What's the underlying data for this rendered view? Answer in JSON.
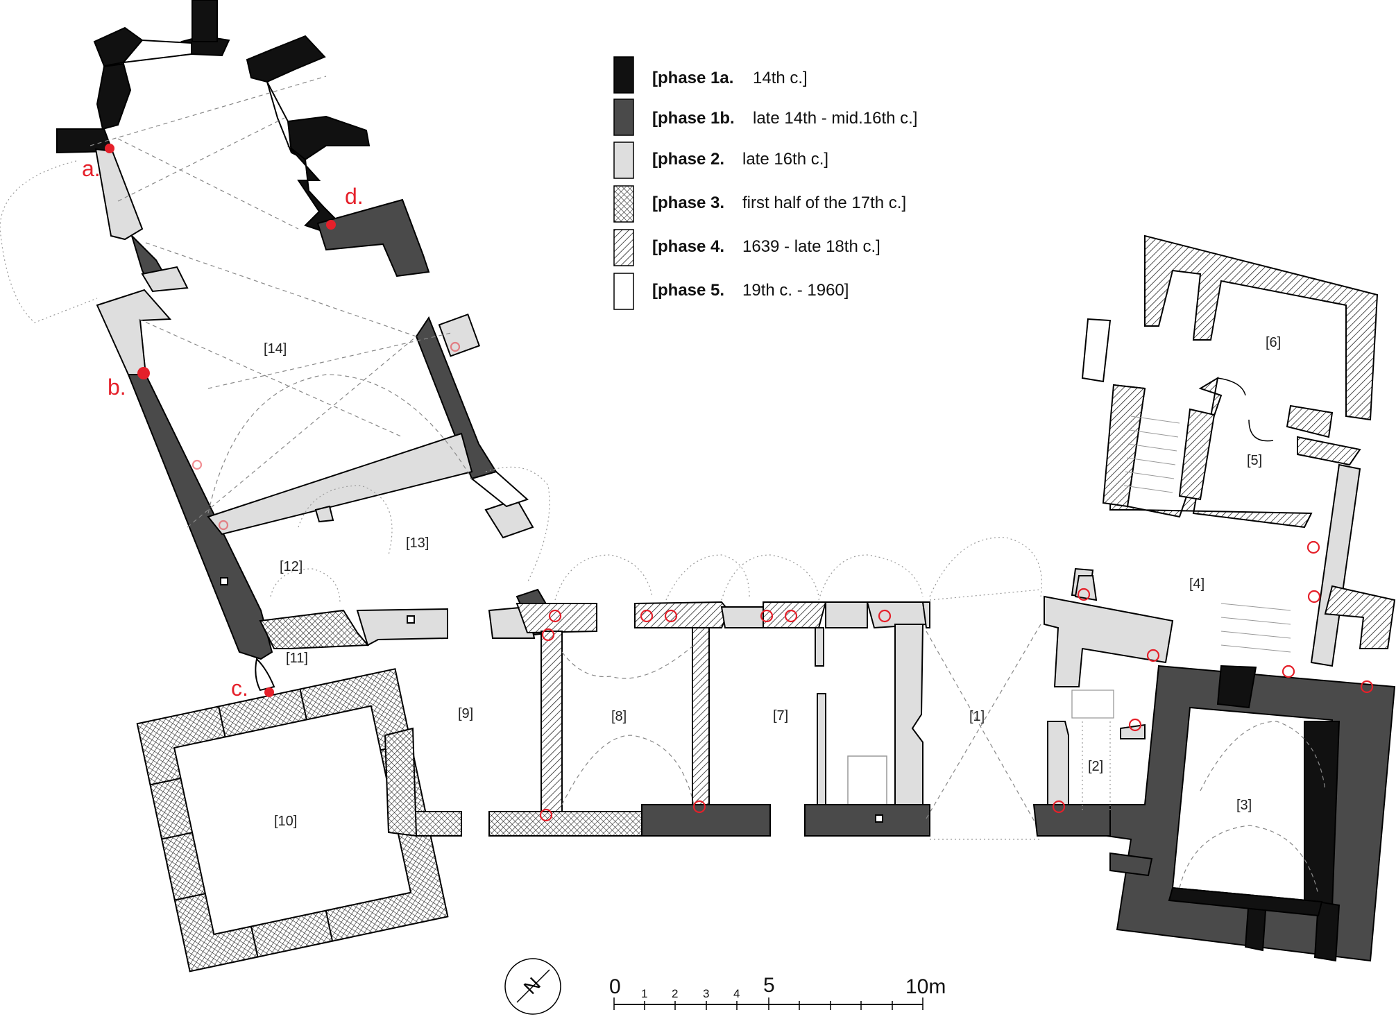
{
  "legend": [
    {
      "key": "[phase 1a.",
      "value": "14th c.]",
      "swatch": "solid-black",
      "color": "#111111"
    },
    {
      "key": "[phase 1b.",
      "value": "late 14th - mid.16th c.]",
      "swatch": "solid-dark-grey",
      "color": "#4a4a4a"
    },
    {
      "key": "[phase 2.",
      "value": "late 16th c.]",
      "swatch": "solid-light-grey",
      "color": "#dedede"
    },
    {
      "key": "[phase 3.",
      "value": "first half of the 17th c.]",
      "swatch": "cross-hatch",
      "color": "#000000"
    },
    {
      "key": "[phase 4.",
      "value": "1639 - late 18th c.]",
      "swatch": "diagonal-hatch",
      "color": "#000000"
    },
    {
      "key": "[phase 5.",
      "value": "19th c. - 1960]",
      "swatch": "white",
      "color": "#ffffff"
    }
  ],
  "rooms": [
    "[1]",
    "[2]",
    "[3]",
    "[4]",
    "[5]",
    "[6]",
    "[7]",
    "[8]",
    "[9]",
    "[10]",
    "[11]",
    "[12]",
    "[13]",
    "[14]"
  ],
  "markers": [
    "a.",
    "b.",
    "c.",
    "d."
  ],
  "marker_color": "#e5202a",
  "north_arrow": {
    "icon": "north-arrow-icon",
    "label": "N"
  },
  "scale_bar": {
    "labels_small": [
      "1",
      "2",
      "3",
      "4"
    ],
    "labels_big": [
      "0",
      "5",
      "10m"
    ]
  }
}
